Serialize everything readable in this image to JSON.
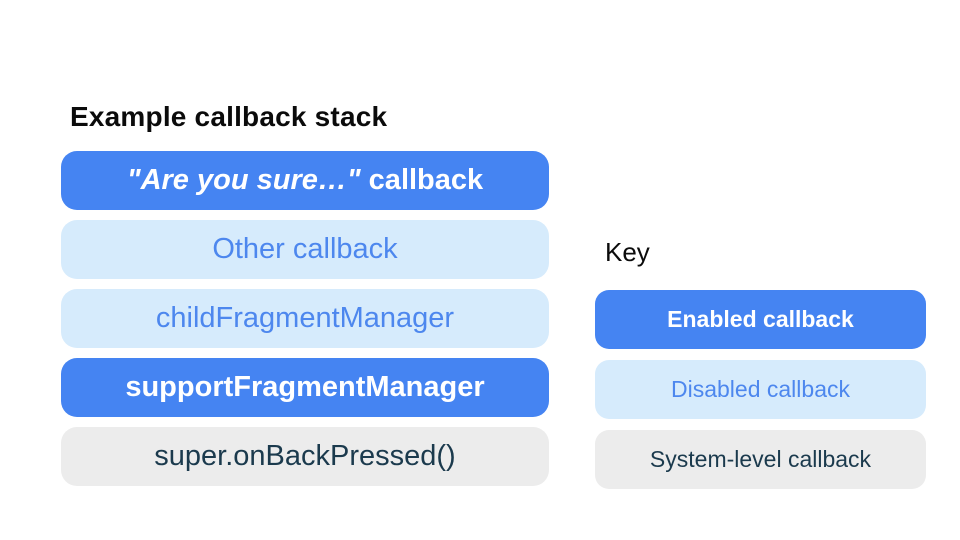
{
  "page": {
    "background": "#ffffff"
  },
  "title": "Example callback stack",
  "colors": {
    "page_bg": "#ffffff",
    "title_text": "#0b0b0b",
    "enabled_bg": "#4584f2",
    "enabled_text": "#ffffff",
    "disabled_bg": "#d6ebfc",
    "disabled_text": "#4d87ee",
    "system_bg": "#ececec",
    "system_text": "#1b3a4d"
  },
  "stack": {
    "items": [
      {
        "label_italic": "\"Are you sure…\"",
        "label_rest": " callback",
        "type": "enabled"
      },
      {
        "label": "Other callback",
        "type": "disabled"
      },
      {
        "label": "childFragmentManager",
        "type": "disabled"
      },
      {
        "label": "supportFragmentManager",
        "type": "enabled"
      },
      {
        "label": "super.onBackPressed()",
        "type": "system"
      }
    ]
  },
  "key": {
    "heading": "Key",
    "items": [
      {
        "label": "Enabled callback",
        "type": "enabled"
      },
      {
        "label": "Disabled callback",
        "type": "disabled"
      },
      {
        "label": "System-level callback",
        "type": "system"
      }
    ]
  }
}
